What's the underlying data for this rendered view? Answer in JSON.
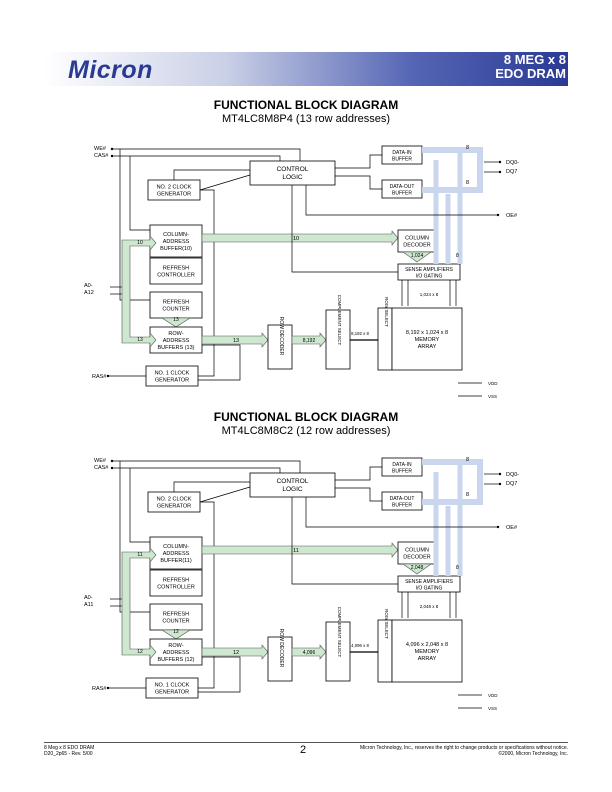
{
  "header": {
    "logo": "Micron",
    "product_line1": "8 MEG x 8",
    "product_line2": "EDO DRAM"
  },
  "diagrams": [
    {
      "title": "FUNCTIONAL BLOCK DIAGRAM",
      "subtitle": "MT4LC8M8P4 (13 row addresses)",
      "addr": "A0-",
      "addr2": "A12",
      "col_bits": "10",
      "row_bits": "13",
      "counter_bits": "13",
      "row_decode_out": "8,192",
      "col_dec_out": "1,024",
      "sense_width": "1,024 x 8",
      "array_l1": "8,192 x 1,024 x 8",
      "col_sel_width": "8,192 x 8"
    },
    {
      "title": "FUNCTIONAL BLOCK DIAGRAM",
      "subtitle": "MT4LC8M8C2 (12 row addresses)",
      "addr": "A0-",
      "addr2": "A11",
      "col_bits": "11",
      "row_bits": "12",
      "counter_bits": "12",
      "row_decode_out": "4,096",
      "col_dec_out": "2,048",
      "sense_width": "2,048 x 8",
      "array_l1": "4,096 x 2,048 x 8",
      "col_sel_width": "4,096 x 8"
    }
  ],
  "labels": {
    "we": "WE#",
    "cas": "CAS#",
    "ras": "RAS#",
    "oe": "OE#",
    "dq0": "DQ0-",
    "dq7": "DQ7",
    "control": "CONTROL",
    "logic": "LOGIC",
    "no2": "NO. 2 CLOCK",
    "no1": "NO. 1 CLOCK",
    "generator": "GENERATOR",
    "column": "COLUMN-",
    "address": "ADDRESS",
    "buffer_l": "BUFFER(",
    "refresh": "REFRESH",
    "controller": "CONTROLLER",
    "counter": "COUNTER",
    "row": "ROW-",
    "buffers_l": "BUFFERS (",
    "data_in": "DATA-IN",
    "data_out": "DATA-OUT",
    "buffer": "BUFFER",
    "column_w": "COLUMN",
    "decoder": "DECODER",
    "sense": "SENSE AMPLIFIERS",
    "io_gating": "I/O GATING",
    "row_decoder": "ROW DECODER",
    "complement": "COMPLEMENT SELECT",
    "row_select": "ROW SELECT",
    "memory": "MEMORY",
    "array": "ARRAY",
    "eight": "8",
    "vdd": "VDD",
    "vss": "VSS"
  },
  "footer": {
    "left1": "8 Meg x 8 EDO DRAM",
    "left2": "D20_2p65 - Rev. 5/00",
    "page": "2",
    "right1": "Micron Technology, Inc., reserves the right to change products or specifications without notice.",
    "right2": "©2000, Micron Technology, Inc."
  }
}
